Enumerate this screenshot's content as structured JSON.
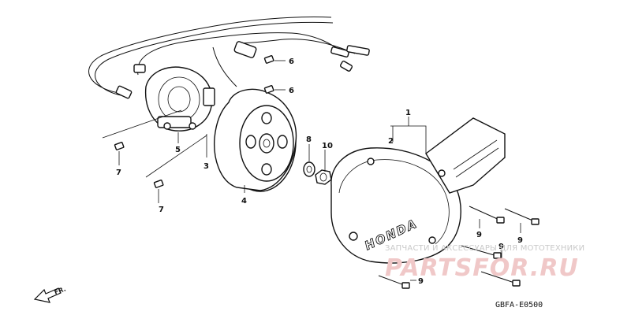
{
  "diagram": {
    "callouts": [
      "1",
      "2",
      "3",
      "4",
      "5",
      "6",
      "6",
      "7",
      "7",
      "8",
      "9",
      "9",
      "9",
      "9",
      "10"
    ],
    "cover_brand": "HONDA",
    "front_marker": "FR.",
    "diagram_code": "GBFA-E0500"
  },
  "watermark": {
    "tagline": "ЗАПЧАСТИ И АКСЕССУАРЫ ДЛЯ МОТОТЕХНИКИ",
    "logo": "PARTSFOR.RU"
  }
}
